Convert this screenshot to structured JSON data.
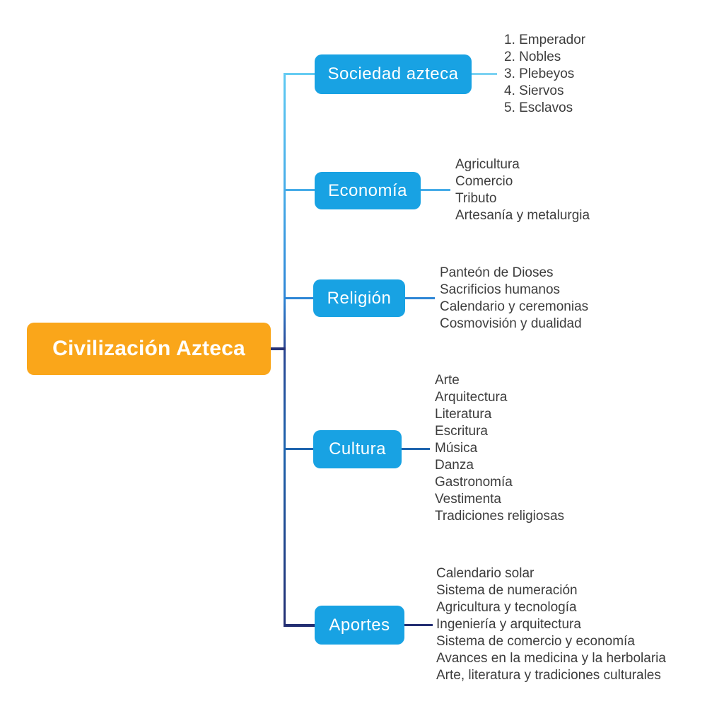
{
  "root": {
    "label": "Civilización Azteca"
  },
  "palette": {
    "root_fill": "#FAA61A",
    "node_fill": "#18A2E3",
    "node_text": "#FFFFFF",
    "list_text": "#3D3D3D",
    "root_line_color": "#263377",
    "branch_line_colors": [
      "#66CCF2",
      "#47ACE8",
      "#2E86D6",
      "#1E64AE",
      "#232E72"
    ]
  },
  "branches": [
    {
      "label": "Sociedad azteca",
      "items": [
        "1. Emperador",
        "2. Nobles",
        "3. Plebeyos",
        "4. Siervos",
        "5. Esclavos"
      ]
    },
    {
      "label": "Economía",
      "items": [
        "Agricultura",
        "Comercio",
        "Tributo",
        "Artesanía y metalurgia"
      ]
    },
    {
      "label": "Religión",
      "items": [
        "Panteón de Dioses",
        "Sacrificios humanos",
        "Calendario y ceremonias",
        "Cosmovisión y dualidad"
      ]
    },
    {
      "label": "Cultura",
      "items": [
        "Arte",
        "Arquitectura",
        "Literatura",
        "Escritura",
        "Música",
        "Danza",
        "Gastronomía",
        "Vestimenta",
        "Tradiciones religiosas"
      ]
    },
    {
      "label": "Aportes",
      "items": [
        "Calendario solar",
        "Sistema de numeración",
        "Agricultura y tecnología",
        "Ingeniería y arquitectura",
        "Sistema de comercio y economía",
        "Avances en la medicina y la herbolaria",
        "Arte, literatura y tradiciones culturales"
      ]
    }
  ]
}
